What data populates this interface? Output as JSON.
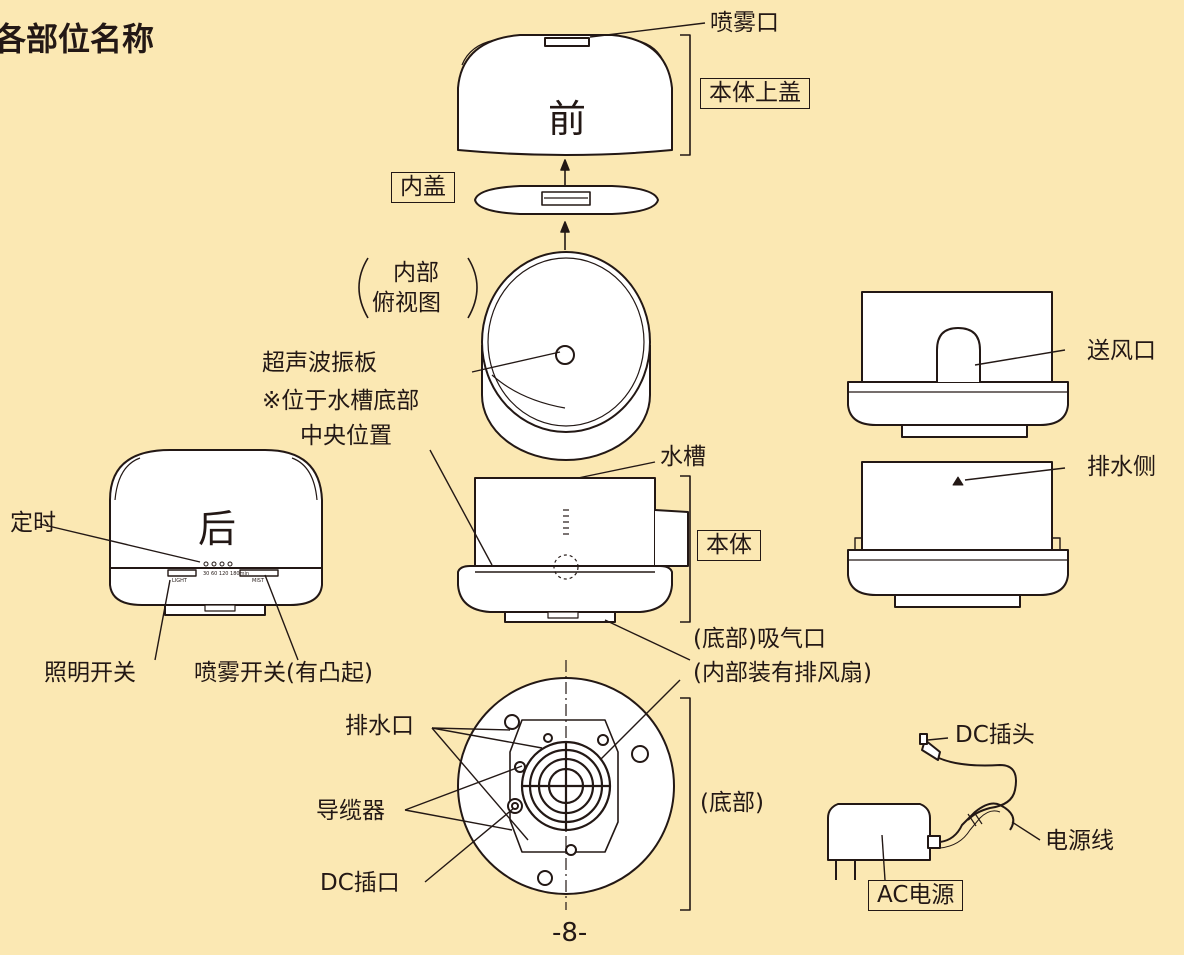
{
  "page": {
    "title": "各部位名称",
    "page_number": "-8-"
  },
  "top_unit": {
    "front_mark": "前",
    "back_mark": "后"
  },
  "labels": {
    "mist_outlet": "喷雾口",
    "top_cover": "本体上盖",
    "inner_lid": "内盖",
    "inner_top_view_1": "内部",
    "inner_top_view_2": "俯视图",
    "ultrasonic_1": "超声波振板",
    "ultrasonic_2": "※位于水槽底部",
    "ultrasonic_3": "中央位置",
    "water_tank": "水槽",
    "body": "本体",
    "timer": "定时",
    "light_switch": "照明开关",
    "mist_switch": "喷雾开关(有凸起)",
    "air_intake_1": "(底部)吸气口",
    "air_intake_2": "(内部装有排风扇)",
    "air_outlet": "送风口",
    "drain_side": "排水侧",
    "drain_port": "排水口",
    "cable_guide": "导缆器",
    "dc_socket": "DC插口",
    "bottom": "(底部)",
    "dc_plug": "DC插头",
    "power_cord": "电源线",
    "ac_adapter": "AC电源"
  },
  "rear_panel": {
    "light_text": "LIGHT",
    "timer_values": "30  60  120  180min",
    "mist_text": "MIST"
  },
  "colors": {
    "background": "#fbe8b3",
    "line": "#231815",
    "device_fill": "#ffffff"
  }
}
